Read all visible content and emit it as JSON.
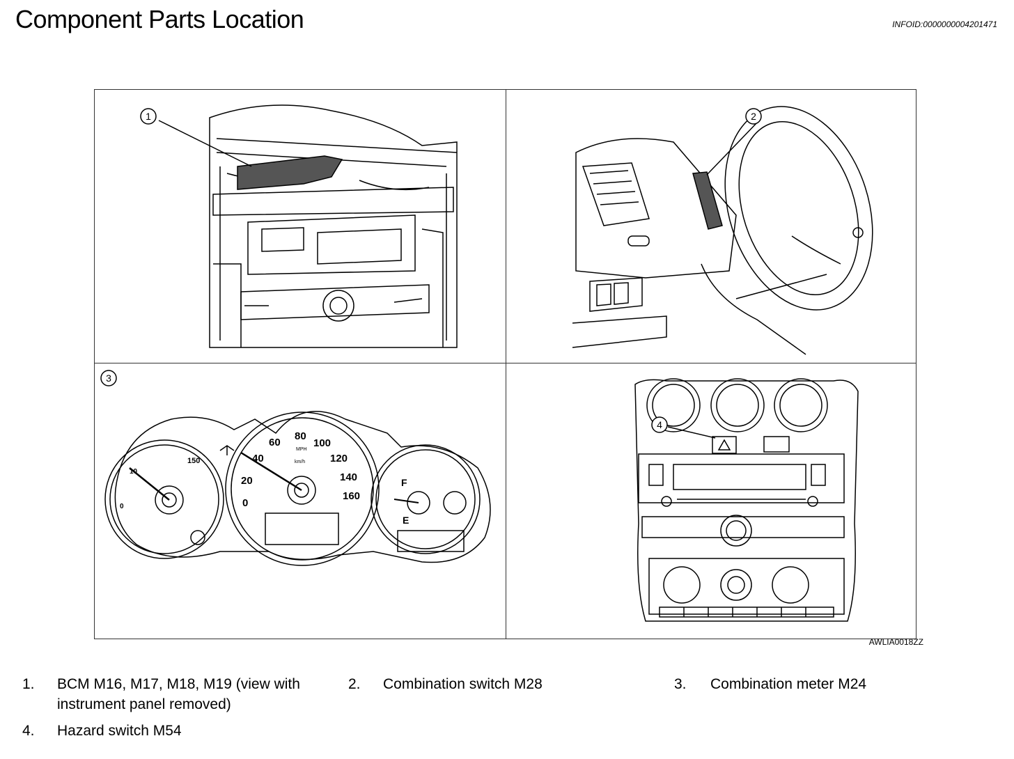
{
  "header": {
    "title": "Component Parts Location",
    "infoid": "INFOID:0000000004201471"
  },
  "figure": {
    "code": "AWLIA0018ZZ",
    "callouts": [
      "1",
      "2",
      "3",
      "4"
    ],
    "speedo": {
      "mph_ticks": [
        "20",
        "40",
        "60",
        "80",
        "100",
        "120",
        "140",
        "160"
      ],
      "zero": "0",
      "unit_mph": "MPH",
      "unit_kmh": "km/h"
    },
    "tacho": {
      "ticks": [
        "0",
        "10",
        "150"
      ]
    },
    "fuel": {
      "full": "F",
      "empty": "E"
    }
  },
  "legend": [
    {
      "num": "1.",
      "text": "BCM M16, M17, M18, M19 (view with instrument panel removed)"
    },
    {
      "num": "2.",
      "text": "Combination switch M28"
    },
    {
      "num": "3.",
      "text": "Combination meter M24"
    },
    {
      "num": "4.",
      "text": "Hazard switch M54"
    }
  ]
}
